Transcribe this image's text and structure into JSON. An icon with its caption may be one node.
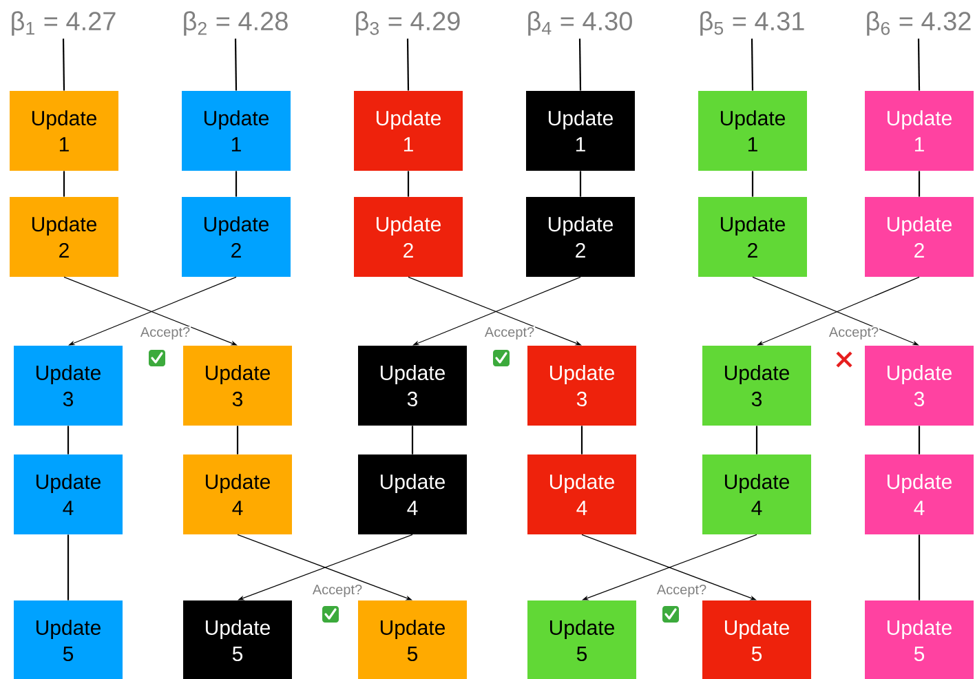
{
  "diagram": {
    "nodes": [
      {
        "text": [
          "β$_{1}$ = 4.27"
        ]
      },
      {
        "text": [
          "β$_{2}$ = 4.28"
        ]
      },
      {
        "text": [
          "β$_{3}$ = 4.29"
        ]
      },
      {
        "text": [
          "β$_{4}$ = 4.30"
        ]
      },
      {
        "text": [
          "β$_{5}$ = 4.31"
        ]
      },
      {
        "text": [
          "β$_{6}$ = 4.32"
        ]
      },
      {
        "text": [
          "Update 1"
        ]
      },
      {
        "text": [
          "Update 1"
        ]
      },
      {
        "text": [
          "Update 1"
        ]
      },
      {
        "text": [
          "Update 1"
        ]
      },
      {
        "text": [
          "Update 1"
        ]
      },
      {
        "text": [
          "Update 1"
        ]
      },
      {
        "text": [
          "Update 2"
        ]
      },
      {
        "text": [
          "Update 2"
        ]
      },
      {
        "text": [
          "Update 2"
        ]
      },
      {
        "text": [
          "Update 2"
        ]
      },
      {
        "text": [
          "Update 2"
        ]
      },
      {
        "text": [
          "Update 2"
        ]
      },
      {
        "text": [
          "Update 3"
        ]
      },
      {
        "text": [
          "Update 3"
        ]
      },
      {
        "text": [
          "Update 3"
        ]
      },
      {
        "text": [
          "Update 3"
        ]
      },
      {
        "text": [
          "Update 3"
        ]
      },
      {
        "text": [
          "Update 3"
        ]
      },
      {
        "text": [
          "Update 4"
        ]
      },
      {
        "text": [
          "Update 4"
        ]
      },
      {
        "text": [
          "Update 4"
        ]
      },
      {
        "text": [
          "Update 4"
        ]
      },
      {
        "text": [
          "Update 4"
        ]
      },
      {
        "text": [
          "Update 4"
        ]
      },
      {
        "text": [
          "Update 5"
        ]
      },
      {
        "text": [
          "Update 5"
        ]
      },
      {
        "text": [
          "Update 5"
        ]
      },
      {
        "text": [
          "Update 5"
        ]
      },
      {
        "text": [
          "Update 5"
        ]
      },
      {
        "text": [
          "Update 5"
        ]
      }
    ],
    "edges": [
      {
        "from": 0,
        "to": 6,
        "arrow": "none"
      },
      {
        "from": 1,
        "to": 7,
        "arrow": "none"
      },
      {
        "from": 2,
        "to": 8,
        "arrow": "none"
      },
      {
        "from": 3,
        "to": 9,
        "arrow": "none"
      },
      {
        "from": 4,
        "to": 10,
        "arrow": "none"
      },
      {
        "from": 5,
        "to": 11,
        "arrow": "none"
      },
      {
        "from": 6,
        "to": 12,
        "arrow": "none"
      },
      {
        "from": 7,
        "to": 13,
        "arrow": "none"
      },
      {
        "from": 8,
        "to": 14,
        "arrow": "none"
      },
      {
        "from": 9,
        "to": 15,
        "arrow": "none"
      },
      {
        "from": 10,
        "to": 16,
        "arrow": "none"
      },
      {
        "from": 11,
        "to": 17,
        "arrow": "none"
      },
      {
        "from": 12,
        "to": 19,
        "arrow": "to"
      },
      {
        "from": 13,
        "to": 18,
        "arrow": "to"
      },
      {
        "from": 14,
        "to": 21,
        "arrow": "to"
      },
      {
        "from": 15,
        "to": 20,
        "arrow": "to"
      },
      {
        "from": 16,
        "to": 23,
        "arrow": "to"
      },
      {
        "from": 17,
        "to": 22,
        "arrow": "to"
      },
      {
        "from": 18,
        "to": 24,
        "arrow": "none"
      },
      {
        "from": 19,
        "to": 25,
        "arrow": "none"
      },
      {
        "from": 20,
        "to": 26,
        "arrow": "none"
      },
      {
        "from": 21,
        "to": 27,
        "arrow": "none"
      },
      {
        "from": 22,
        "to": 28,
        "arrow": "none"
      },
      {
        "from": 23,
        "to": 29,
        "arrow": "none"
      },
      {
        "from": 24,
        "to": 30,
        "arrow": "none"
      },
      {
        "from": 25,
        "to": 32,
        "arrow": "to"
      },
      {
        "from": 26,
        "to": 31,
        "arrow": "to"
      },
      {
        "from": 27,
        "to": 34,
        "arrow": "to"
      },
      {
        "from": 28,
        "to": 33,
        "arrow": "to"
      },
      {
        "from": 29,
        "to": 35,
        "arrow": "none"
      }
    ],
    "labels": [
      "Accept?",
      "Accept?",
      "Accept?",
      "Accept?",
      "Accept?"
    ]
  }
}
